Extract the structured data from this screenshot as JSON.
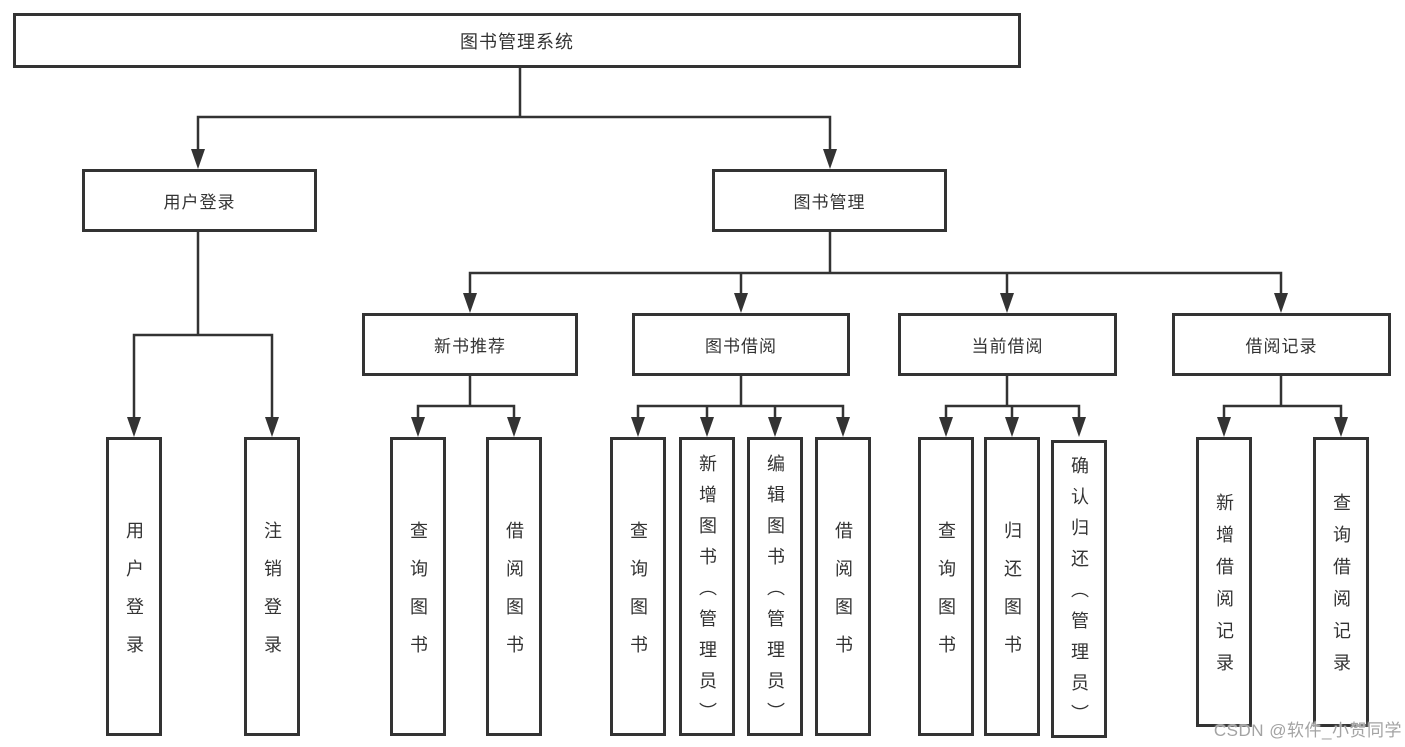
{
  "tree": {
    "root": {
      "label": "图书管理系统"
    },
    "children": [
      {
        "label": "用户登录",
        "children": [
          {
            "label": "用户登录"
          },
          {
            "label": "注销登录"
          }
        ]
      },
      {
        "label": "图书管理",
        "children": [
          {
            "label": "新书推荐",
            "children": [
              {
                "label": "查询图书"
              },
              {
                "label": "借阅图书"
              }
            ]
          },
          {
            "label": "图书借阅",
            "children": [
              {
                "label": "查询图书"
              },
              {
                "label": "新增图书（管理员）"
              },
              {
                "label": "编辑图书（管理员）"
              },
              {
                "label": "借阅图书"
              }
            ]
          },
          {
            "label": "当前借阅",
            "children": [
              {
                "label": "查询图书"
              },
              {
                "label": "归还图书"
              },
              {
                "label": "确认归还（管理员）"
              }
            ]
          },
          {
            "label": "借阅记录",
            "children": [
              {
                "label": "新增借阅记录"
              },
              {
                "label": "查询借阅记录"
              }
            ]
          }
        ]
      }
    ]
  },
  "watermark": {
    "text": "CSDN @软件_小贺同学"
  },
  "colors": {
    "line": "#333333",
    "text": "#333333",
    "background": "#ffffff",
    "watermark": "#a3a3a3"
  }
}
